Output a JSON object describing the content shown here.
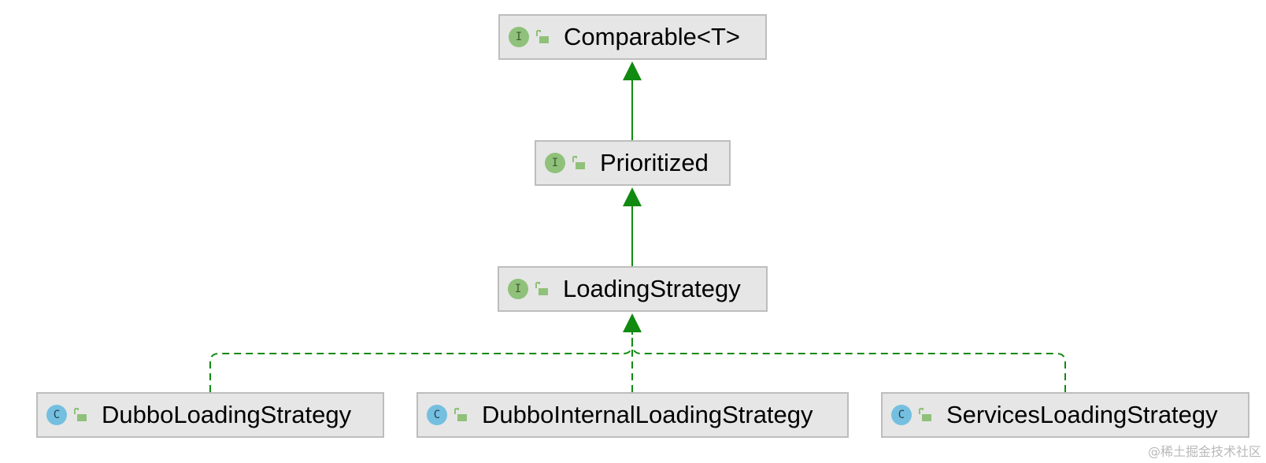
{
  "colors": {
    "arrow": "#118a11",
    "node_fill": "#e6e6e6",
    "node_border": "#bdbdbd",
    "interface_badge": "#8fc17a",
    "class_badge": "#74bfe0",
    "lock": "#8fc17a"
  },
  "nodes": {
    "comparable": {
      "label": "Comparable<T>",
      "kind": "interface",
      "badge": "I",
      "icon": "unlocked-padlock-icon"
    },
    "prioritized": {
      "label": "Prioritized",
      "kind": "interface",
      "badge": "I",
      "icon": "unlocked-padlock-icon"
    },
    "loading_strategy": {
      "label": "LoadingStrategy",
      "kind": "interface",
      "badge": "I",
      "icon": "unlocked-padlock-icon"
    },
    "dubbo_loading_strategy": {
      "label": "DubboLoadingStrategy",
      "kind": "class",
      "badge": "C",
      "icon": "unlocked-padlock-icon"
    },
    "dubbo_internal_loading_strategy": {
      "label": "DubboInternalLoadingStrategy",
      "kind": "class",
      "badge": "C",
      "icon": "unlocked-padlock-icon"
    },
    "services_loading_strategy": {
      "label": "ServicesLoadingStrategy",
      "kind": "class",
      "badge": "C",
      "icon": "unlocked-padlock-icon"
    }
  },
  "edges": [
    {
      "from": "prioritized",
      "to": "comparable",
      "type": "extends"
    },
    {
      "from": "loading_strategy",
      "to": "prioritized",
      "type": "extends"
    },
    {
      "from": "dubbo_loading_strategy",
      "to": "loading_strategy",
      "type": "implements"
    },
    {
      "from": "dubbo_internal_loading_strategy",
      "to": "loading_strategy",
      "type": "implements"
    },
    {
      "from": "services_loading_strategy",
      "to": "loading_strategy",
      "type": "implements"
    }
  ],
  "watermark": "@稀土掘金技术社区"
}
